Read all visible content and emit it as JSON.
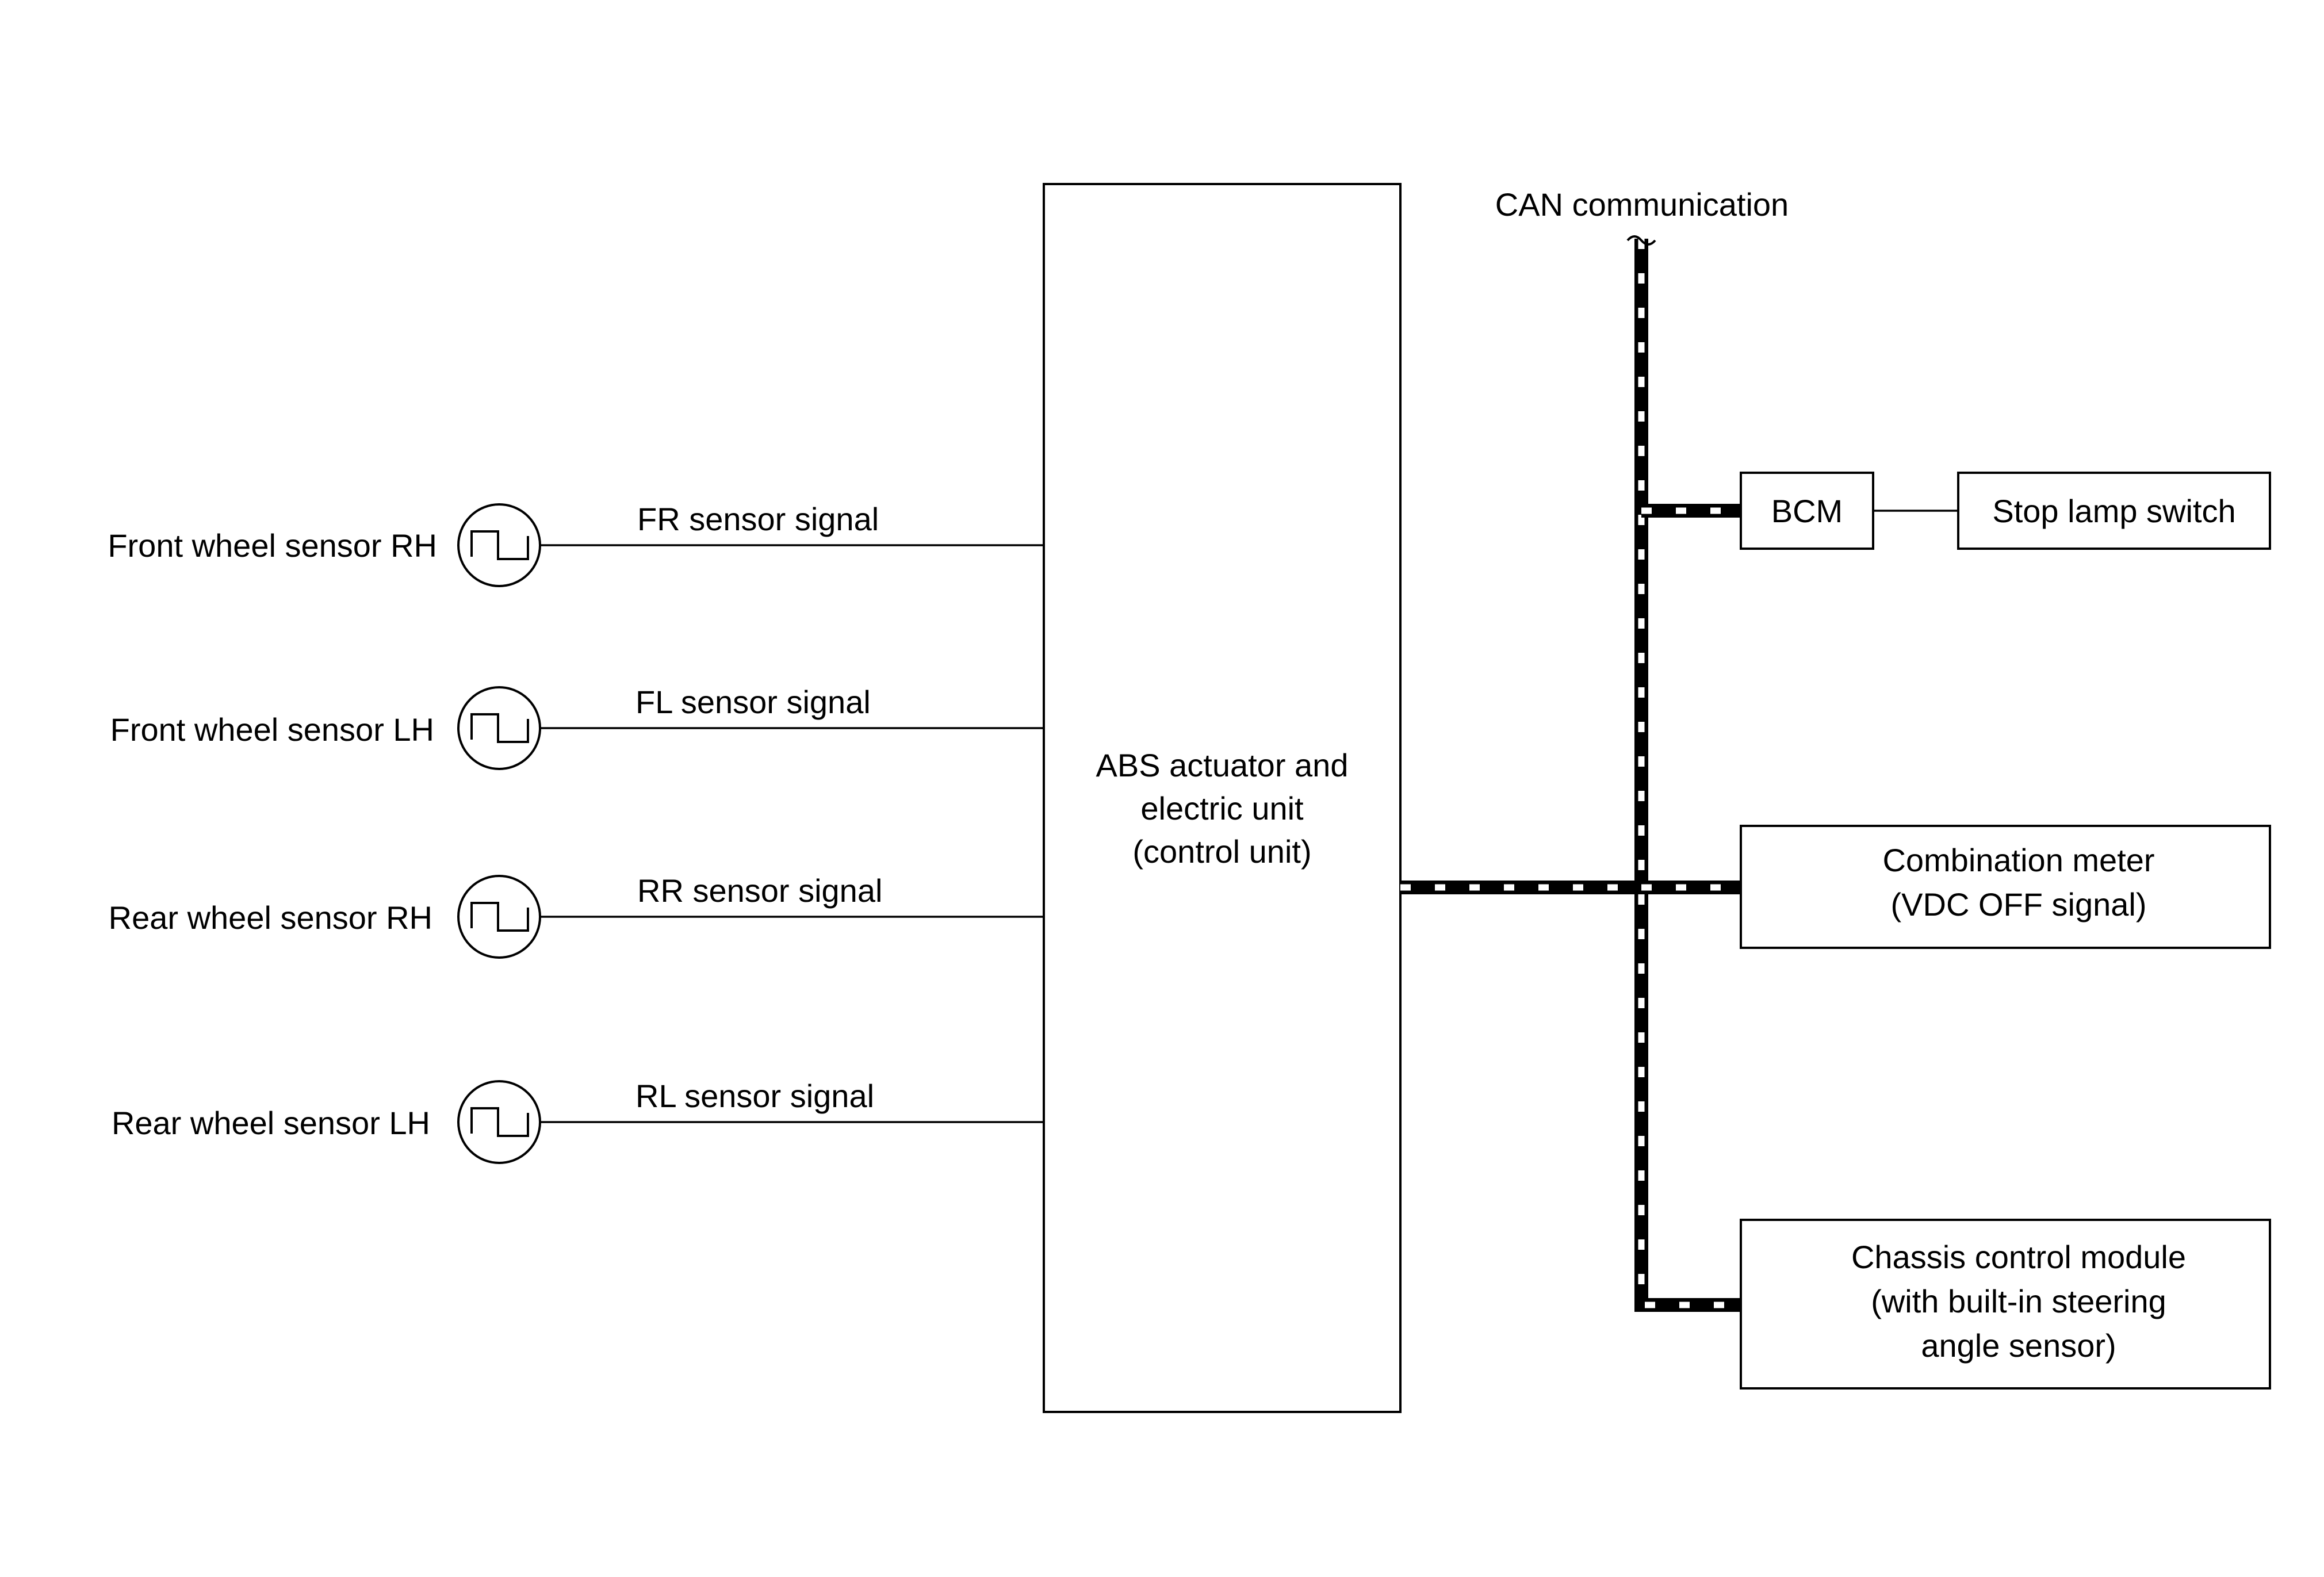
{
  "diagram": {
    "center_unit": {
      "line1": "ABS actuator and",
      "line2": "electric unit",
      "line3": "(control unit)"
    },
    "can_label": "CAN communication",
    "sensors": [
      {
        "name": "Front wheel sensor RH",
        "signal": "FR sensor signal"
      },
      {
        "name": "Front wheel sensor LH",
        "signal": "FL sensor signal"
      },
      {
        "name": "Rear wheel sensor RH",
        "signal": "RR sensor signal"
      },
      {
        "name": "Rear wheel sensor LH",
        "signal": "RL sensor signal"
      }
    ],
    "modules": {
      "bcm": "BCM",
      "stop_lamp_switch": "Stop lamp switch",
      "combination_meter": {
        "line1": "Combination meter",
        "line2": "(VDC OFF signal)"
      },
      "chassis_control": {
        "line1": "Chassis control module",
        "line2": "(with built-in steering",
        "line3": "angle sensor)"
      }
    }
  }
}
